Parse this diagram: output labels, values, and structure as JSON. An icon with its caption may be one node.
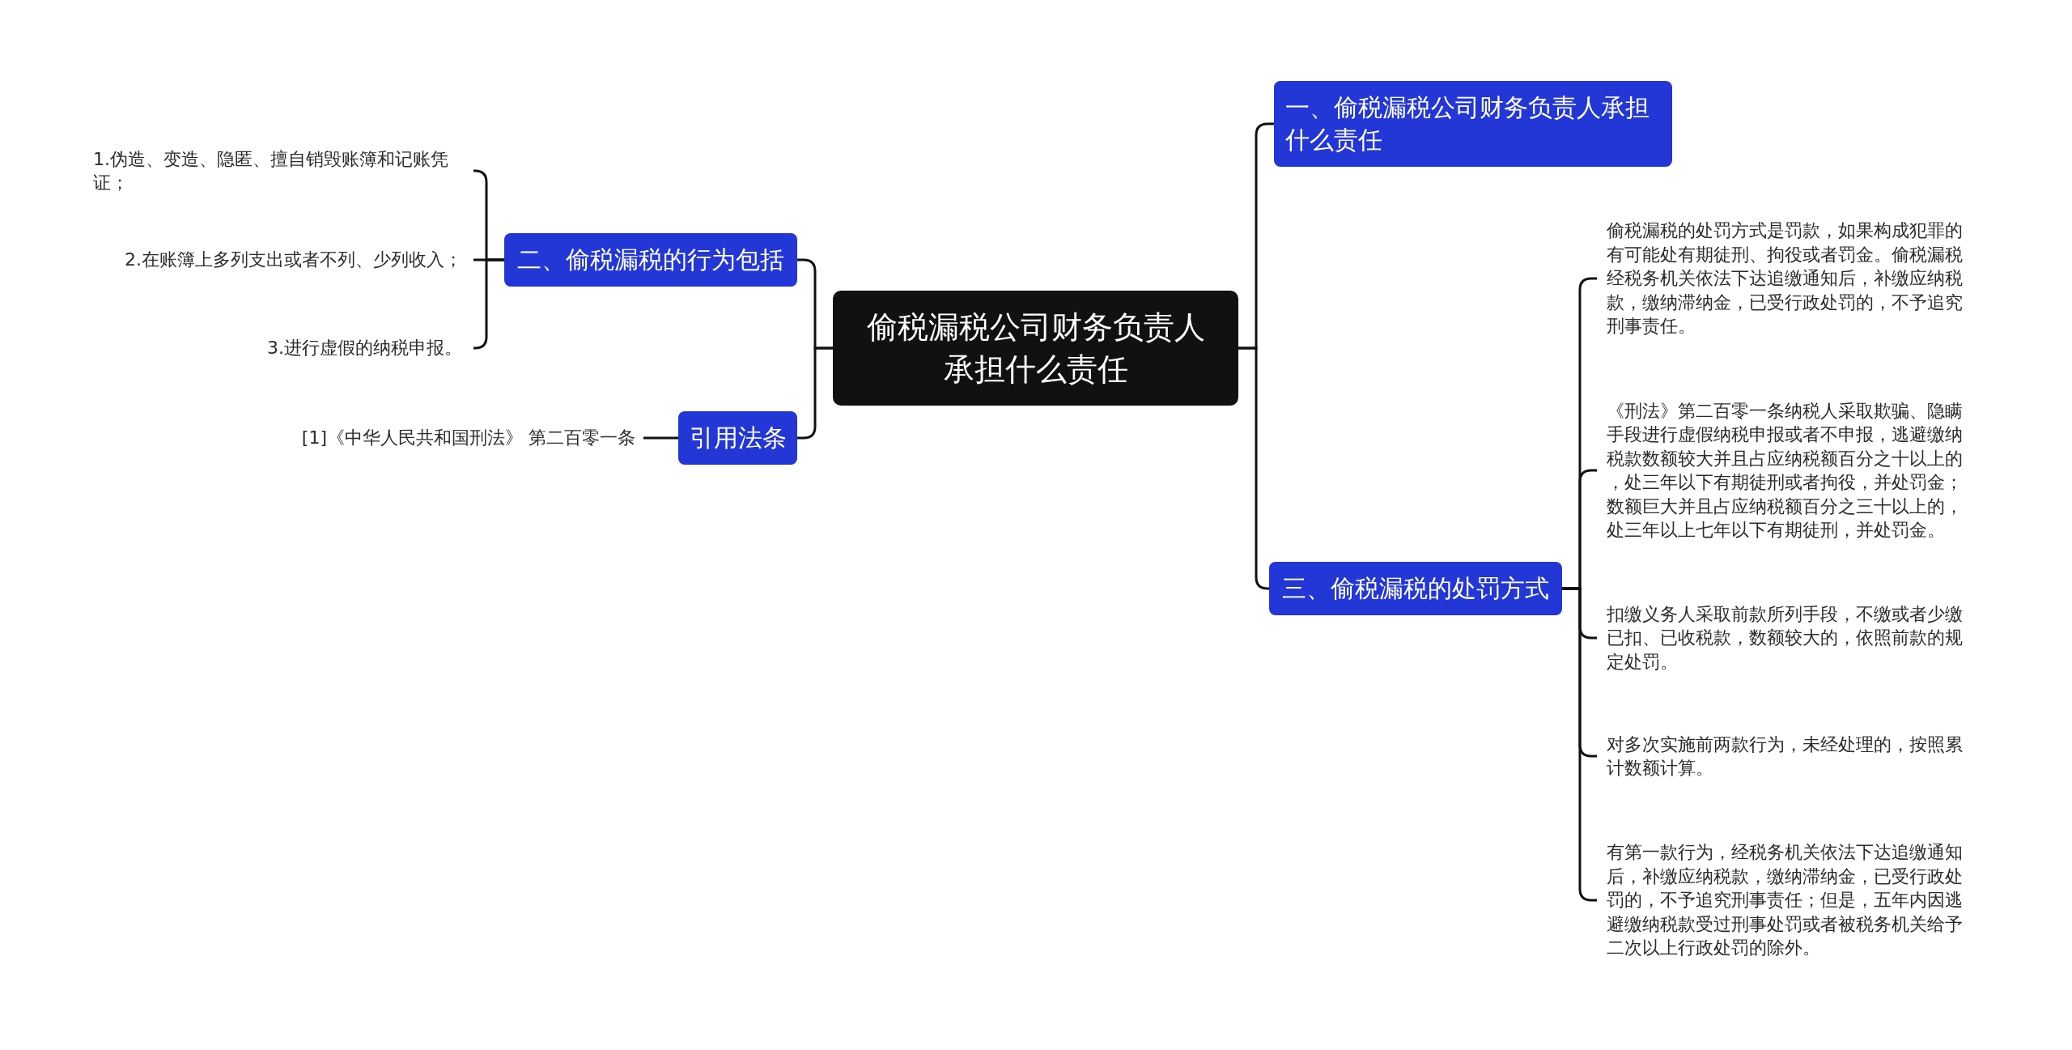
{
  "diagram": {
    "nodes": [
      {
        "text": [
          "偷税漏税公司财务负责人承担什么责任"
        ]
      },
      {
        "text": [
          "一、偷税漏税公司财务负责人承担什么责任"
        ]
      },
      {
        "text": [
          "二、偷税漏税的行为包括"
        ]
      },
      {
        "text": [
          "1.伪造、变造、隐匿、擅自销毁账簿和记账凭证；"
        ]
      },
      {
        "text": [
          "2.在账簿上多列支出或者不列、少列收入；"
        ]
      },
      {
        "text": [
          "3.进行虚假的纳税申报。"
        ]
      },
      {
        "text": [
          "引用法条"
        ]
      },
      {
        "text": [
          "[1]《中华人民共和国刑法》 第二百零一条"
        ]
      },
      {
        "text": [
          "三、偷税漏税的处罚方式"
        ]
      },
      {
        "text": [
          "偷税漏税的处罚方式是罚款，如果构成犯罪的有可能处有期徒刑、拘役或者罚金。偷税漏税经税务机关依法下达追缴通知后，补缴应纳税款，缴纳滞纳金，已受行政处罚的，不予追究刑事责任。"
        ]
      },
      {
        "text": [
          "《刑法》第二百零一条纳税人采取欺骗、隐瞒手段进行虚假纳税申报或者不申报，逃避缴纳税款数额较大并且占应纳税额百分之十以上的，处三年以下有期徒刑或者拘役，并处罚金；数额巨大并且占应纳税额百分之三十以上的，处三年以上七年以下有期徒刑，并处罚金。"
        ]
      },
      {
        "text": [
          "扣缴义务人采取前款所列手段，不缴或者少缴已扣、已收税款，数额较大的，依照前款的规定处罚。"
        ]
      },
      {
        "text": [
          "对多次实施前两款行为，未经处理的，按照累计数额计算。"
        ]
      },
      {
        "text": [
          "有第一款行为，经税务机关依法下达追缴通知后，补缴应纳税款，缴纳滞纳金，已受行政处罚的，不予追究刑事责任；但是，五年内因逃避缴纳税款受过刑事处罚或者被税务机关给予二次以上行政处罚的除外。"
        ]
      }
    ],
    "edges": [
      {
        "from": 0,
        "to": 1,
        "arrow": "none"
      },
      {
        "from": 0,
        "to": 2,
        "arrow": "none"
      },
      {
        "from": 2,
        "to": 3,
        "arrow": "none"
      },
      {
        "from": 2,
        "to": 4,
        "arrow": "none"
      },
      {
        "from": 2,
        "to": 5,
        "arrow": "none"
      },
      {
        "from": 0,
        "to": 6,
        "arrow": "none"
      },
      {
        "from": 6,
        "to": 7,
        "arrow": "none"
      },
      {
        "from": 0,
        "to": 8,
        "arrow": "none"
      },
      {
        "from": 8,
        "to": 9,
        "arrow": "none"
      },
      {
        "from": 8,
        "to": 10,
        "arrow": "none"
      },
      {
        "from": 8,
        "to": 11,
        "arrow": "none"
      },
      {
        "from": 8,
        "to": 12,
        "arrow": "none"
      },
      {
        "from": 8,
        "to": 13,
        "arrow": "none"
      }
    ]
  }
}
